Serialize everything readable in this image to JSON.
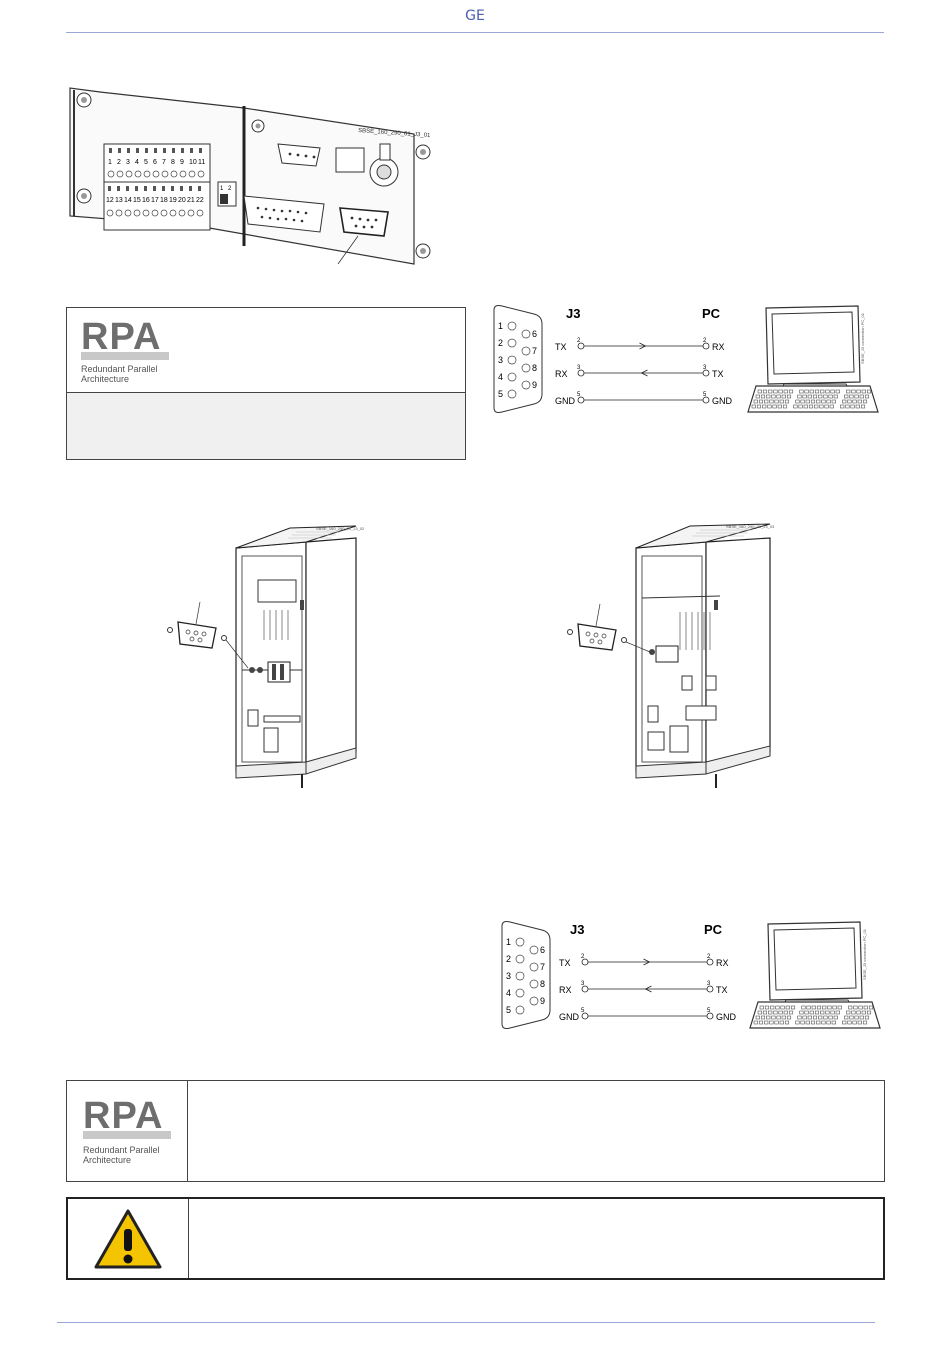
{
  "header": {
    "brand": "GE"
  },
  "panel_photo": {
    "code_label": "SBSE_160_290_01_J3_01",
    "terminals_top": [
      "1",
      "2",
      "3",
      "4",
      "5",
      "6",
      "7",
      "8",
      "9",
      "10",
      "11"
    ],
    "terminals_bottom": [
      "12",
      "13",
      "14",
      "15",
      "16",
      "17",
      "18",
      "19",
      "20",
      "21",
      "22"
    ],
    "switch_numbers": [
      "1",
      "2"
    ]
  },
  "rpa_box_1": {
    "logo": "RPA",
    "subtitle_line1": "Redundant Parallel",
    "subtitle_line2": "Architecture"
  },
  "rpa_box_2": {
    "logo": "RPA",
    "subtitle_line1": "Redundant Parallel",
    "subtitle_line2": "Architecture"
  },
  "wiring_diagram_1": {
    "connector_pins_left": [
      "1",
      "2",
      "3",
      "4",
      "5"
    ],
    "connector_pins_right": [
      "6",
      "7",
      "8",
      "9"
    ],
    "j3_label": "J3",
    "pc_label": "PC",
    "lines": [
      {
        "left_pin": "2",
        "left_signal": "TX",
        "right_pin": "2",
        "right_signal": "RX"
      },
      {
        "left_pin": "3",
        "left_signal": "RX",
        "right_pin": "3",
        "right_signal": "TX"
      },
      {
        "left_pin": "5",
        "left_signal": "GND",
        "right_pin": "5",
        "right_signal": "GND"
      }
    ],
    "pc_code": "SBSE_J3 connection PC_01"
  },
  "wiring_diagram_2": {
    "connector_pins_left": [
      "1",
      "2",
      "3",
      "4",
      "5"
    ],
    "connector_pins_right": [
      "6",
      "7",
      "8",
      "9"
    ],
    "j3_label": "J3",
    "pc_label": "PC",
    "lines": [
      {
        "left_pin": "2",
        "left_signal": "TX",
        "right_pin": "2",
        "right_signal": "RX"
      },
      {
        "left_pin": "3",
        "left_signal": "RX",
        "right_pin": "3",
        "right_signal": "TX"
      },
      {
        "left_pin": "5",
        "left_signal": "GND",
        "right_pin": "5",
        "right_signal": "GND"
      }
    ],
    "pc_code": "SBSE_J3 connection PC_01"
  },
  "cabinet_1": {
    "code": "SBSE_160_290_01_J3_02"
  },
  "cabinet_2": {
    "code": "SBSE_160_290_01_J3_03"
  },
  "warning_box": {
    "icon": "warning-triangle-icon"
  }
}
